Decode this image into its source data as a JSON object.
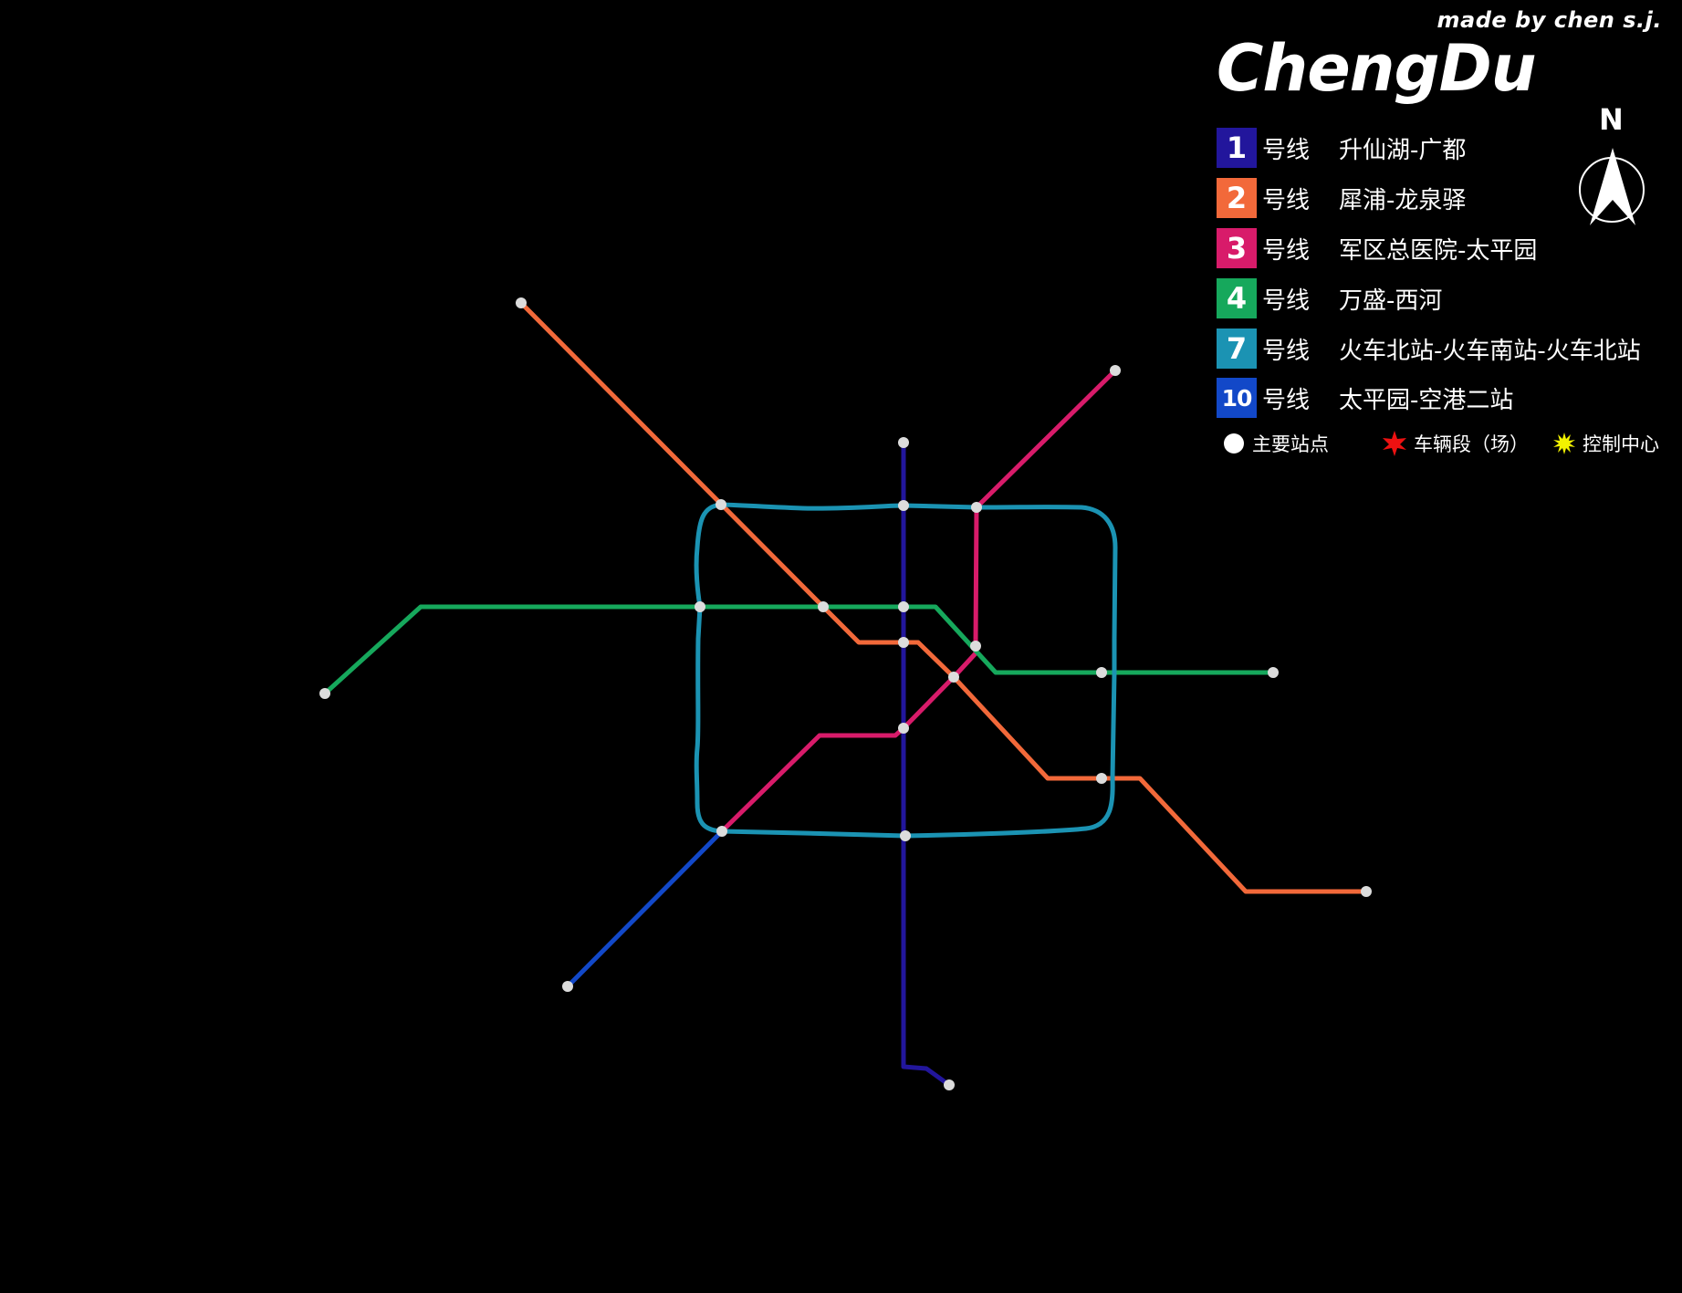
{
  "header": {
    "credit": "made by chen s.j.",
    "title": "ChengDu",
    "north_label": "N"
  },
  "legend": {
    "lines": [
      {
        "number": "1",
        "suffix": "号线",
        "terminals": "升仙湖-广都",
        "color": "#22169c"
      },
      {
        "number": "2",
        "suffix": "号线",
        "terminals": "犀浦-龙泉驿",
        "color": "#f2693a"
      },
      {
        "number": "3",
        "suffix": "号线",
        "terminals": "军区总医院-太平园",
        "color": "#d81b6a"
      },
      {
        "number": "4",
        "suffix": "号线",
        "terminals": "万盛-西河",
        "color": "#16a85c"
      },
      {
        "number": "7",
        "suffix": "号线",
        "terminals": "火车北站-火车南站-火车北站",
        "color": "#1b93b3"
      },
      {
        "number": "10",
        "suffix": "号线",
        "terminals": "太平园-空港二站",
        "color": "#1248c8"
      }
    ],
    "symbols": [
      {
        "icon": "station-dot-icon",
        "label": "主要站点",
        "color": "#ffffff"
      },
      {
        "icon": "depot-star-icon",
        "label": "车辆段（场）",
        "color": "#ee1111"
      },
      {
        "icon": "control-center-burst-icon",
        "label": "控制中心",
        "color": "#f2f200"
      }
    ]
  },
  "map": {
    "background": "#000000",
    "station_color": "#dcdcdc",
    "routes": [
      {
        "line": "1",
        "color": "#22169c",
        "points": [
          [
            990,
            485
          ],
          [
            990,
            1169
          ],
          [
            1015,
            1171
          ],
          [
            1040,
            1189
          ]
        ]
      },
      {
        "line": "2",
        "color": "#f2693a",
        "points": [
          [
            571,
            332
          ],
          [
            902,
            665
          ],
          [
            941,
            704
          ],
          [
            1006,
            704
          ],
          [
            1045,
            742
          ],
          [
            1148,
            853
          ],
          [
            1249,
            853
          ],
          [
            1365,
            977
          ],
          [
            1497,
            977
          ]
        ]
      },
      {
        "line": "3",
        "color": "#d81b6a",
        "points": [
          [
            1222,
            406
          ],
          [
            1070,
            556
          ],
          [
            1069,
            708
          ],
          [
            1069,
            716
          ],
          [
            1045,
            742
          ],
          [
            990,
            798
          ],
          [
            981,
            806
          ],
          [
            898,
            806
          ],
          [
            791,
            911
          ]
        ]
      },
      {
        "line": "4",
        "color": "#16a85c",
        "points": [
          [
            356,
            760
          ],
          [
            461,
            665
          ],
          [
            1025,
            665
          ],
          [
            1091,
            737
          ],
          [
            1395,
            737
          ]
        ]
      },
      {
        "line": "10",
        "color": "#1248c8",
        "points": [
          [
            791,
            911
          ],
          [
            622,
            1081
          ]
        ]
      }
    ],
    "loop": {
      "line": "7",
      "color": "#1b93b3"
    },
    "stations": [
      [
        571,
        332
      ],
      [
        990,
        485
      ],
      [
        1222,
        406
      ],
      [
        790,
        553
      ],
      [
        990,
        554
      ],
      [
        1070,
        556
      ],
      [
        767,
        665
      ],
      [
        902,
        665
      ],
      [
        990,
        665
      ],
      [
        1069,
        708
      ],
      [
        990,
        704
      ],
      [
        1045,
        742
      ],
      [
        1207,
        737
      ],
      [
        1395,
        737
      ],
      [
        990,
        798
      ],
      [
        1207,
        853
      ],
      [
        791,
        911
      ],
      [
        992,
        916
      ],
      [
        356,
        760
      ],
      [
        622,
        1081
      ],
      [
        1040,
        1189
      ],
      [
        1497,
        977
      ]
    ]
  }
}
